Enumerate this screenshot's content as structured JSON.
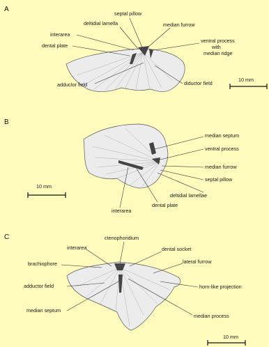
{
  "panels": [
    {
      "letter": "A",
      "labels": {
        "septal_pillow": "septal pillow",
        "deltidial_lamella": "deltidial lamella",
        "median_furrow": "median furrow",
        "interarea": "interarea",
        "dental_plate": "dental plate",
        "ventral_process_1": "ventral process",
        "ventral_process_2": "with",
        "ventral_process_3": "median ridge",
        "adductor_field": "adductor field",
        "diductor_field": "diductor field"
      },
      "scale": "10 mm"
    },
    {
      "letter": "B",
      "labels": {
        "median_septum": "median septum",
        "ventral_process": "ventral process",
        "median_furrow": "median furrow",
        "septal_pillow": "septal pillow",
        "deltidial_lamellae": "deltidial lamellae",
        "dental_plate": "dental plate",
        "interarea": "interarea"
      },
      "scale": "10 mm"
    },
    {
      "letter": "C",
      "labels": {
        "ctenophoridium": "ctenophoridium",
        "interarea": "interarea",
        "dental_socket": "dental socket",
        "brachiophore": "brachiophore",
        "lateral_furrow": "lateral furrow",
        "adductor_field": "adductor field",
        "horn_like_projection": "horn-like projection",
        "median_septum": "median septum",
        "median_process": "median process"
      },
      "scale": "10 mm"
    }
  ]
}
